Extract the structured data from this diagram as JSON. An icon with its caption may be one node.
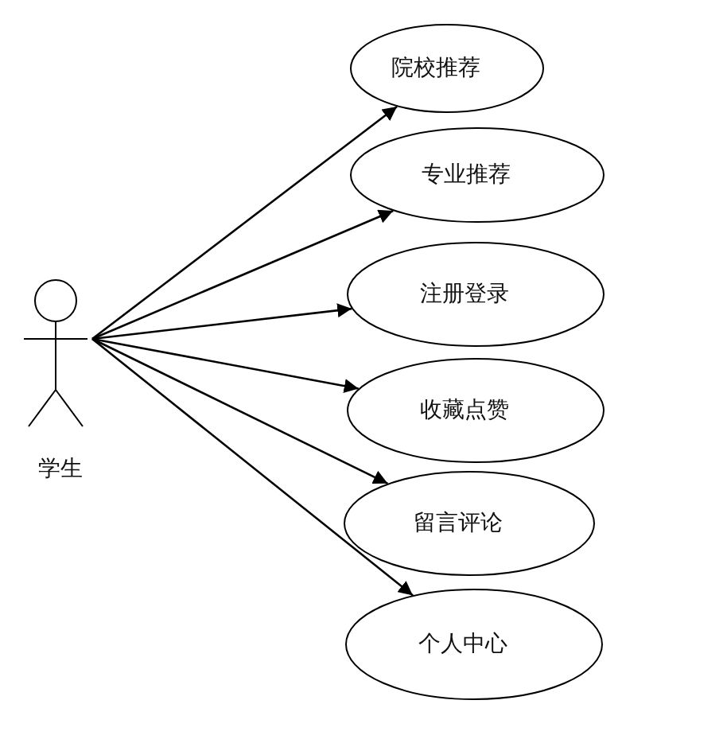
{
  "diagram": {
    "nodes": [
      {
        "text": [
          "学生"
        ]
      },
      {
        "text": [
          "院校推荐"
        ]
      },
      {
        "text": [
          "专业推荐"
        ]
      },
      {
        "text": [
          "注册登录"
        ]
      },
      {
        "text": [
          "收藏点赞"
        ]
      },
      {
        "text": [
          "留言评论"
        ]
      },
      {
        "text": [
          "个人中心"
        ]
      }
    ],
    "edges": [
      {
        "from": 0,
        "to": 1,
        "arrow": "to"
      },
      {
        "from": 0,
        "to": 2,
        "arrow": "to"
      },
      {
        "from": 0,
        "to": 3,
        "arrow": "to"
      },
      {
        "from": 0,
        "to": 4,
        "arrow": "to"
      },
      {
        "from": 0,
        "to": 5,
        "arrow": "to"
      },
      {
        "from": 0,
        "to": 6,
        "arrow": "to"
      }
    ]
  }
}
